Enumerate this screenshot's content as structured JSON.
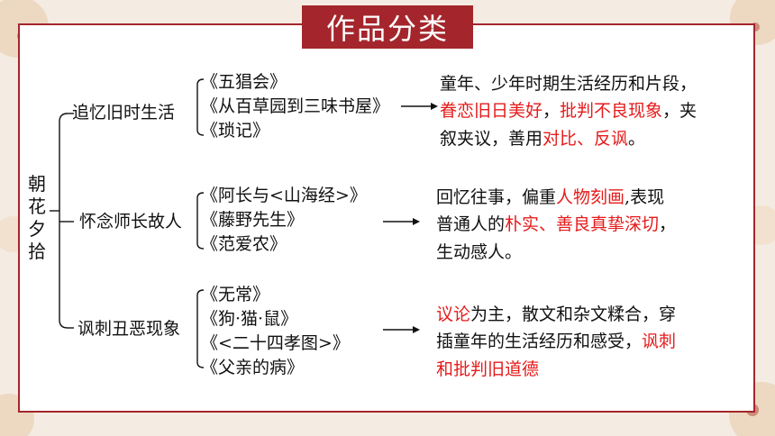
{
  "title": "作品分类",
  "root": [
    "朝",
    "花",
    "夕",
    "拾"
  ],
  "groups": [
    {
      "label": "追忆旧时生活",
      "works": [
        "《五猖会》",
        "《从百草园到三味书屋》",
        "《琐记》"
      ],
      "desc": {
        "line1": "童年、少年时期生活经历和片段，",
        "line2_red1": "眷恋旧日美好",
        "line2_sep": "，",
        "line2_red2": "批判不良现象",
        "line2_tail": "，夹",
        "line3_a": "叙夹议，善用",
        "line3_red": "对比、反讽",
        "line3_b": "。"
      }
    },
    {
      "label": "怀念师长故人",
      "works": [
        "《阿长与<山海经>》",
        "《藤野先生》",
        "《范爱农》"
      ],
      "desc": {
        "line1_a": "回忆往事，偏重",
        "line1_red": "人物刻画",
        "line1_b": ",表现",
        "line2_a": "普通人的",
        "line2_red": "朴实、善良真挚深切",
        "line2_b": "，",
        "line3": "生动感人。"
      }
    },
    {
      "label": "讽刺丑恶现象",
      "works": [
        "《无常》",
        "《狗·猫·鼠》",
        "《<二十四孝图>》",
        "《父亲的病》"
      ],
      "desc": {
        "line1_red": "议论",
        "line1_b": "为主，散文和杂文糅合，穿",
        "line2_a": "插童年的生活经历和感受，",
        "line2_red": "讽刺",
        "line3_red": "和批判旧道德"
      }
    }
  ],
  "colors": {
    "accent": "#a4262c",
    "highlight": "#e51b1b"
  }
}
